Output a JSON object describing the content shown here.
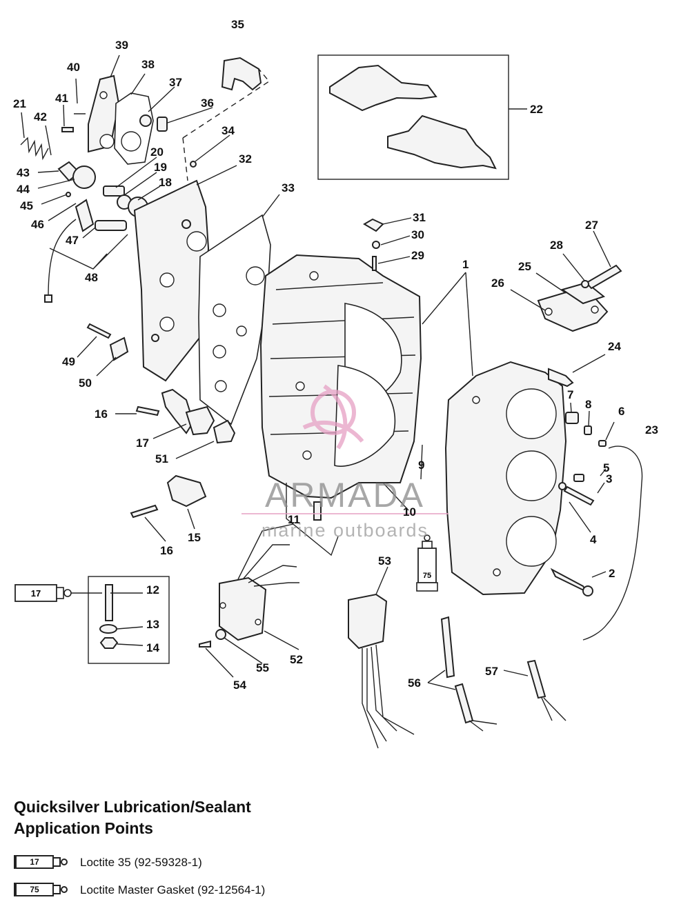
{
  "watermark": {
    "brand": "ARMADA",
    "tagline": "marine outboards",
    "accent_color": "#e6a0c4"
  },
  "tube_callouts": {
    "left_tube": "17",
    "center_tube": "75"
  },
  "labels": [
    "1",
    "2",
    "3",
    "4",
    "5",
    "6",
    "7",
    "8",
    "9",
    "10",
    "11",
    "12",
    "13",
    "14",
    "15",
    "16",
    "16",
    "17",
    "18",
    "19",
    "20",
    "21",
    "22",
    "23",
    "24",
    "25",
    "26",
    "27",
    "28",
    "29",
    "30",
    "31",
    "32",
    "33",
    "34",
    "35",
    "36",
    "37",
    "38",
    "39",
    "40",
    "41",
    "42",
    "43",
    "44",
    "45",
    "46",
    "47",
    "48",
    "49",
    "50",
    "51",
    "52",
    "53",
    "54",
    "55",
    "56",
    "57"
  ],
  "legend": {
    "title_line1": "Quicksilver Lubrication/Sealant",
    "title_line2": "Application Points",
    "items": [
      {
        "code": "17",
        "text": "Loctite 35 (92-59328-1)"
      },
      {
        "code": "75",
        "text": "Loctite Master Gasket (92-12564-1)"
      }
    ]
  }
}
